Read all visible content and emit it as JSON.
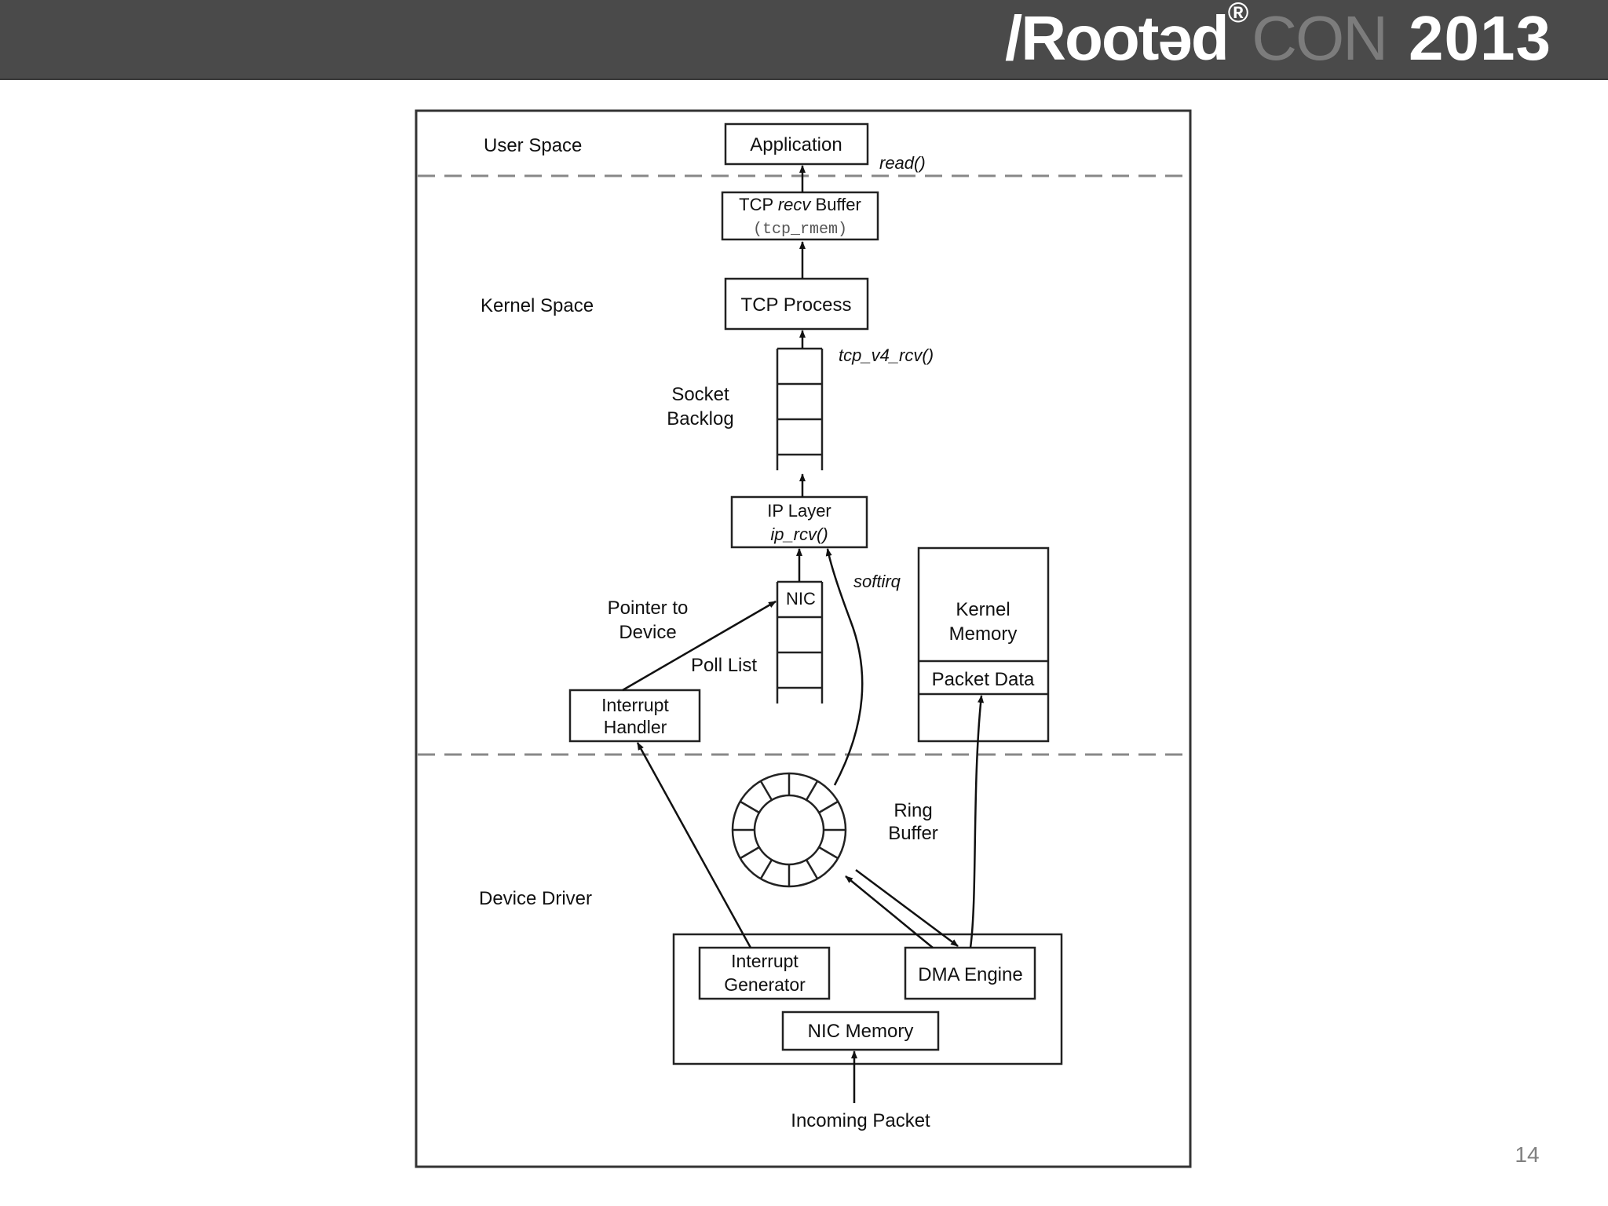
{
  "header": {
    "brand_main": "/Rootəd",
    "brand_mark": "®",
    "brand_con": "CON",
    "brand_year": "2013",
    "background_color": "#4a4a4a",
    "con_color": "#7c7c7c"
  },
  "diagram": {
    "regions": {
      "user_space": "User Space",
      "kernel_space": "Kernel Space",
      "device_driver": "Device Driver"
    },
    "nodes": {
      "application": "Application",
      "tcp_recv_buffer_pre": "TCP ",
      "tcp_recv_buffer_italic": "recv",
      "tcp_recv_buffer_post": " Buffer",
      "tcp_rmem": "(tcp_rmem)",
      "tcp_process": "TCP Process",
      "socket_backlog_line1": "Socket",
      "socket_backlog_line2": "Backlog",
      "ip_layer_line1": "IP Layer",
      "ip_layer_line2": "ip_rcv()",
      "nic_queue": "NIC",
      "kernel_memory_line1": "Kernel",
      "kernel_memory_line2": "Memory",
      "packet_data": "Packet Data",
      "interrupt_handler_line1": "Interrupt",
      "interrupt_handler_line2": "Handler",
      "ring_buffer_line1": "Ring",
      "ring_buffer_line2": "Buffer",
      "interrupt_generator_line1": "Interrupt",
      "interrupt_generator_line2": "Generator",
      "dma_engine": "DMA Engine",
      "nic_memory": "NIC Memory",
      "incoming_packet": "Incoming Packet"
    },
    "edge_labels": {
      "read": "read()",
      "tcp_v4_rcv": "tcp_v4_rcv()",
      "softirq": "softirq",
      "pointer_to_device_line1": "Pointer to",
      "pointer_to_device_line2": "Device",
      "poll_list": "Poll List"
    }
  },
  "page_number": "14"
}
